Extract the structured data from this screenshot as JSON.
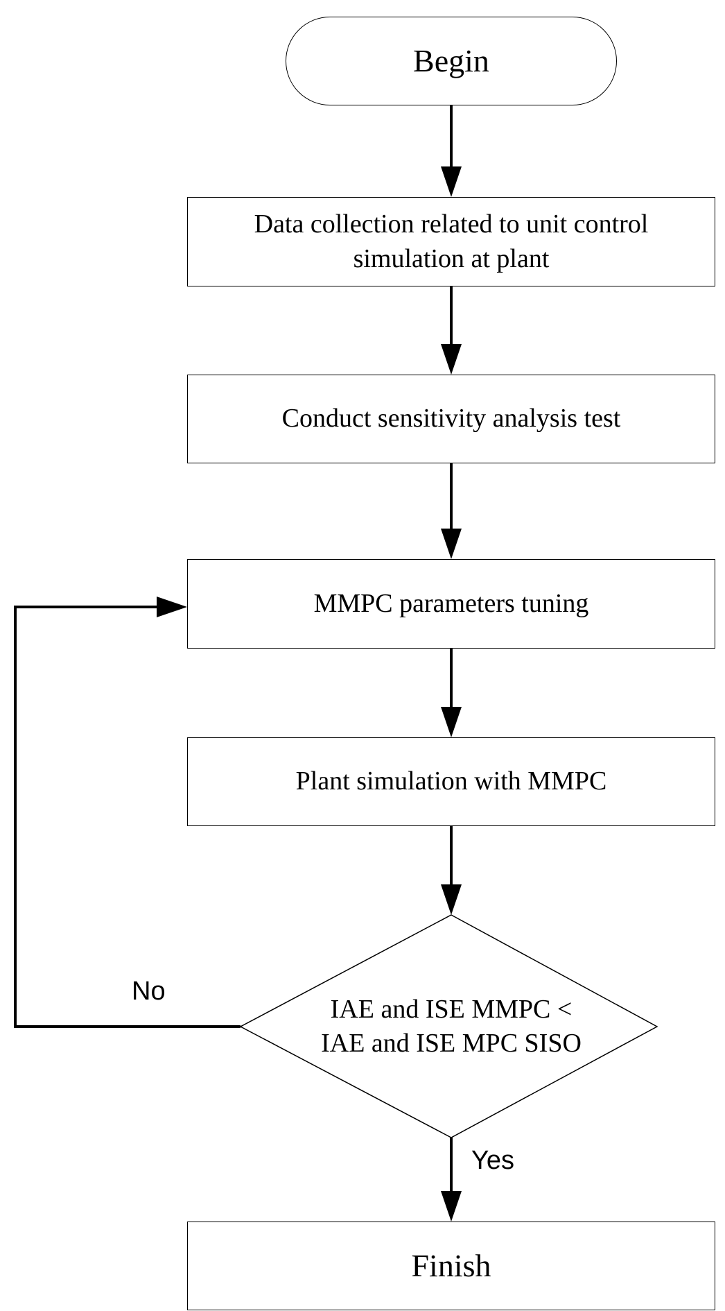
{
  "flowchart": {
    "begin": "Begin",
    "step1": "Data collection related to unit control\nsimulation at plant",
    "step2": "Conduct sensitivity analysis test",
    "step3": "MMPC parameters tuning",
    "step4": "Plant simulation with MMPC",
    "decision": "IAE and ISE MMPC <\nIAE and ISE MPC SISO",
    "finish": "Finish",
    "label_no": "No",
    "label_yes": "Yes"
  }
}
